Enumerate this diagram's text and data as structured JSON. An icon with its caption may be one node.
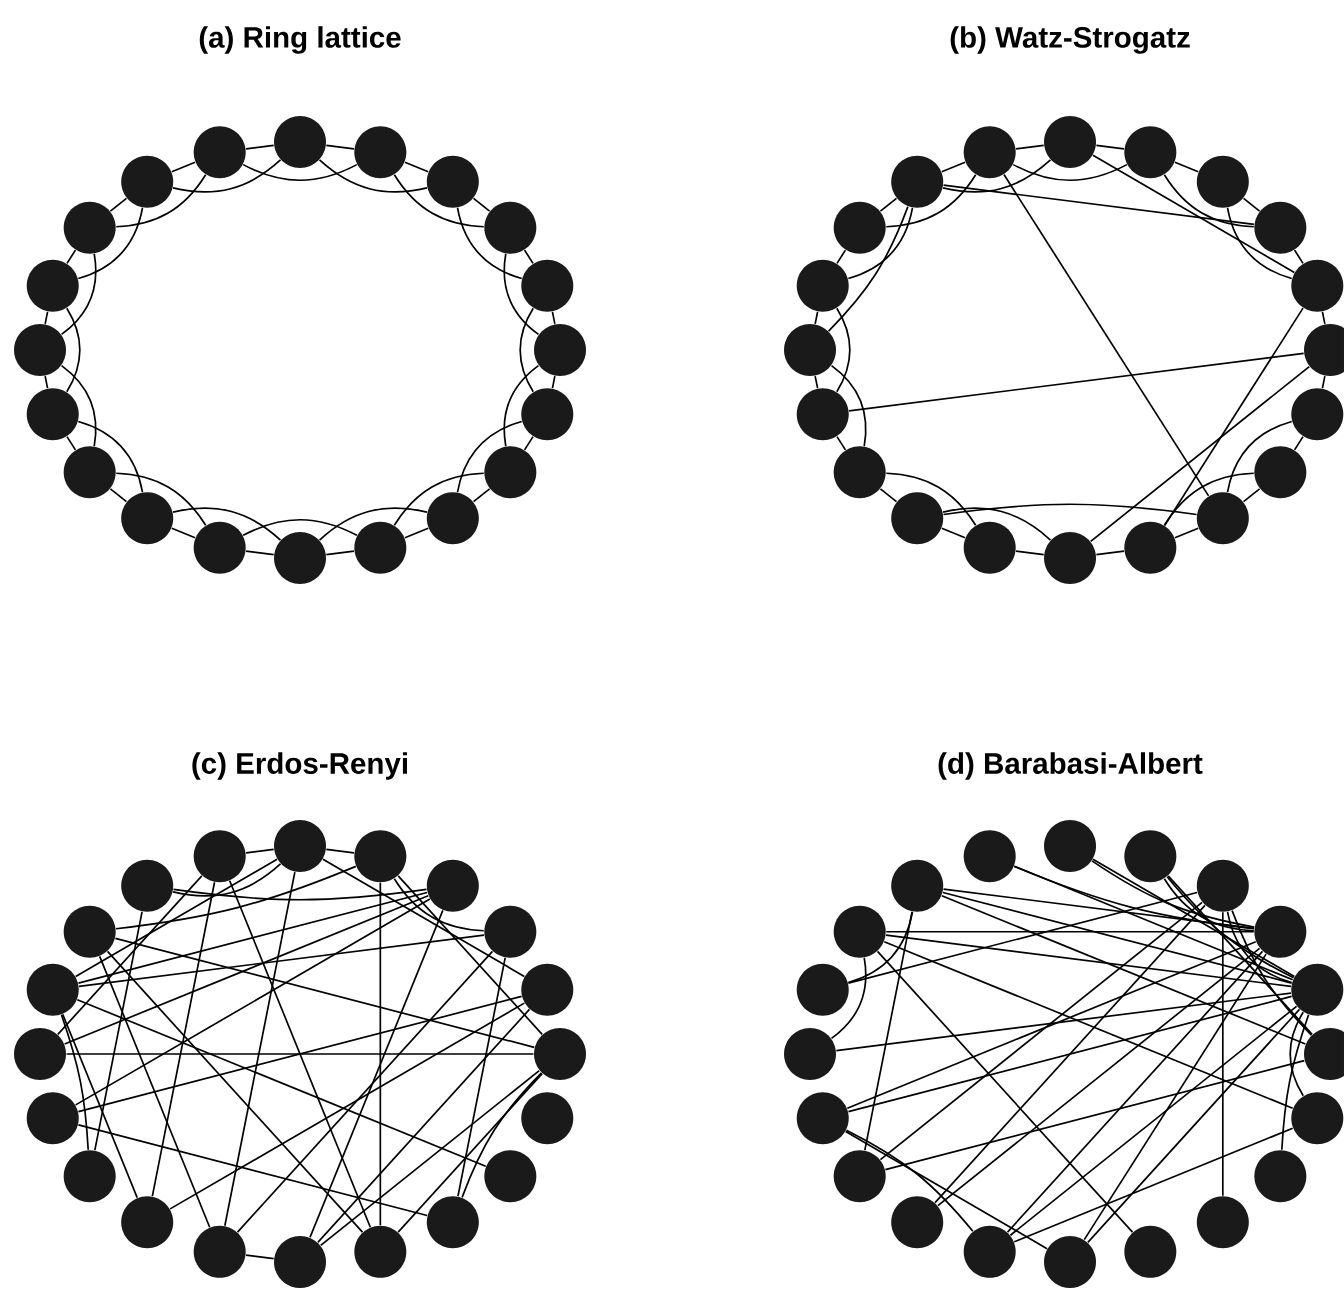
{
  "diagram": {
    "nodes": [
      {
        "text": [],
        "shape": "circle"
      },
      {
        "text": [],
        "shape": "circle"
      },
      {
        "text": [],
        "shape": "circle"
      },
      {
        "text": [],
        "shape": "circle"
      },
      {
        "text": [],
        "shape": "circle"
      },
      {
        "text": [],
        "shape": "circle"
      },
      {
        "text": [],
        "shape": "circle"
      },
      {
        "text": [],
        "shape": "circle"
      },
      {
        "text": [],
        "shape": "circle"
      },
      {
        "text": [],
        "shape": "circle"
      },
      {
        "text": [],
        "shape": "circle"
      },
      {
        "text": [],
        "shape": "circle"
      },
      {
        "text": [],
        "shape": "circle"
      },
      {
        "text": [],
        "shape": "circle"
      },
      {
        "text": [],
        "shape": "circle"
      },
      {
        "text": [],
        "shape": "circle"
      },
      {
        "text": [],
        "shape": "circle"
      },
      {
        "text": [],
        "shape": "circle"
      },
      {
        "text": [],
        "shape": "circle"
      },
      {
        "text": [],
        "shape": "circle"
      },
      {
        "text": [],
        "shape": "circle"
      },
      {
        "text": [],
        "shape": "circle"
      },
      {
        "text": [],
        "shape": "circle"
      },
      {
        "text": [],
        "shape": "circle"
      },
      {
        "text": [],
        "shape": "circle"
      },
      {
        "text": [],
        "shape": "circle"
      },
      {
        "text": [],
        "shape": "circle"
      },
      {
        "text": [],
        "shape": "circle"
      },
      {
        "text": [],
        "shape": "circle"
      },
      {
        "text": [],
        "shape": "circle"
      },
      {
        "text": [],
        "shape": "circle"
      },
      {
        "text": [],
        "shape": "circle"
      },
      {
        "text": [],
        "shape": "circle"
      },
      {
        "text": [],
        "shape": "circle"
      },
      {
        "text": [],
        "shape": "circle"
      },
      {
        "text": [],
        "shape": "circle"
      },
      {
        "text": [],
        "shape": "circle"
      },
      {
        "text": [],
        "shape": "circle"
      },
      {
        "text": [],
        "shape": "circle"
      },
      {
        "text": [],
        "shape": "circle"
      },
      {
        "text": [],
        "shape": "circle"
      },
      {
        "text": [],
        "shape": "circle"
      },
      {
        "text": [],
        "shape": "circle"
      },
      {
        "text": [],
        "shape": "circle"
      },
      {
        "text": [],
        "shape": "circle"
      },
      {
        "text": [],
        "shape": "circle"
      },
      {
        "text": [],
        "shape": "circle"
      },
      {
        "text": [],
        "shape": "circle"
      },
      {
        "text": [],
        "shape": "circle"
      },
      {
        "text": [],
        "shape": "circle"
      },
      {
        "text": [],
        "shape": "circle"
      },
      {
        "text": [],
        "shape": "circle"
      },
      {
        "text": [],
        "shape": "circle"
      },
      {
        "text": [],
        "shape": "circle"
      },
      {
        "text": [],
        "shape": "circle"
      },
      {
        "text": [],
        "shape": "circle"
      },
      {
        "text": [],
        "shape": "circle"
      },
      {
        "text": [],
        "shape": "circle"
      },
      {
        "text": [],
        "shape": "circle"
      },
      {
        "text": [],
        "shape": "circle"
      },
      {
        "text": [],
        "shape": "circle"
      },
      {
        "text": [],
        "shape": "circle"
      },
      {
        "text": [],
        "shape": "circle"
      },
      {
        "text": [],
        "shape": "circle"
      },
      {
        "text": [],
        "shape": "circle"
      },
      {
        "text": [],
        "shape": "circle"
      },
      {
        "text": [],
        "shape": "circle"
      },
      {
        "text": [],
        "shape": "circle"
      },
      {
        "text": [],
        "shape": "circle"
      },
      {
        "text": [],
        "shape": "circle"
      },
      {
        "text": [],
        "shape": "circle"
      },
      {
        "text": [],
        "shape": "circle"
      },
      {
        "text": [],
        "shape": "circle"
      },
      {
        "text": [],
        "shape": "circle"
      },
      {
        "text": [],
        "shape": "circle"
      },
      {
        "text": [],
        "shape": "circle"
      },
      {
        "text": [],
        "shape": "circle"
      },
      {
        "text": [],
        "shape": "circle"
      },
      {
        "text": [],
        "shape": "circle"
      },
      {
        "text": [],
        "shape": "circle"
      }
    ],
    "edges": [
      {
        "from": 0,
        "to": 1,
        "arrow": "none"
      },
      {
        "from": 1,
        "to": 2,
        "arrow": "none"
      },
      {
        "from": 2,
        "to": 3,
        "arrow": "none"
      },
      {
        "from": 3,
        "to": 4,
        "arrow": "none"
      },
      {
        "from": 4,
        "to": 5,
        "arrow": "none"
      },
      {
        "from": 5,
        "to": 6,
        "arrow": "none"
      },
      {
        "from": 6,
        "to": 7,
        "arrow": "none"
      },
      {
        "from": 7,
        "to": 8,
        "arrow": "none"
      },
      {
        "from": 8,
        "to": 9,
        "arrow": "none"
      },
      {
        "from": 9,
        "to": 10,
        "arrow": "none"
      },
      {
        "from": 10,
        "to": 11,
        "arrow": "none"
      },
      {
        "from": 11,
        "to": 12,
        "arrow": "none"
      },
      {
        "from": 12,
        "to": 13,
        "arrow": "none"
      },
      {
        "from": 13,
        "to": 14,
        "arrow": "none"
      },
      {
        "from": 14,
        "to": 15,
        "arrow": "none"
      },
      {
        "from": 15,
        "to": 16,
        "arrow": "none"
      },
      {
        "from": 16,
        "to": 17,
        "arrow": "none"
      },
      {
        "from": 17,
        "to": 18,
        "arrow": "none"
      },
      {
        "from": 18,
        "to": 19,
        "arrow": "none"
      },
      {
        "from": 19,
        "to": 0,
        "arrow": "none"
      },
      {
        "from": 0,
        "to": 2,
        "arrow": "none"
      },
      {
        "from": 1,
        "to": 3,
        "arrow": "none"
      },
      {
        "from": 2,
        "to": 4,
        "arrow": "none"
      },
      {
        "from": 3,
        "to": 5,
        "arrow": "none"
      },
      {
        "from": 4,
        "to": 6,
        "arrow": "none"
      },
      {
        "from": 5,
        "to": 7,
        "arrow": "none"
      },
      {
        "from": 6,
        "to": 8,
        "arrow": "none"
      },
      {
        "from": 7,
        "to": 9,
        "arrow": "none"
      },
      {
        "from": 8,
        "to": 10,
        "arrow": "none"
      },
      {
        "from": 9,
        "to": 11,
        "arrow": "none"
      },
      {
        "from": 10,
        "to": 12,
        "arrow": "none"
      },
      {
        "from": 11,
        "to": 13,
        "arrow": "none"
      },
      {
        "from": 12,
        "to": 14,
        "arrow": "none"
      },
      {
        "from": 13,
        "to": 15,
        "arrow": "none"
      },
      {
        "from": 14,
        "to": 16,
        "arrow": "none"
      },
      {
        "from": 15,
        "to": 17,
        "arrow": "none"
      },
      {
        "from": 16,
        "to": 18,
        "arrow": "none"
      },
      {
        "from": 17,
        "to": 19,
        "arrow": "none"
      },
      {
        "from": 18,
        "to": 0,
        "arrow": "none"
      },
      {
        "from": 19,
        "to": 1,
        "arrow": "none"
      },
      {
        "from": 20,
        "to": 21,
        "arrow": "none"
      },
      {
        "from": 21,
        "to": 22,
        "arrow": "none"
      },
      {
        "from": 22,
        "to": 23,
        "arrow": "none"
      },
      {
        "from": 23,
        "to": 24,
        "arrow": "none"
      },
      {
        "from": 24,
        "to": 25,
        "arrow": "none"
      },
      {
        "from": 25,
        "to": 26,
        "arrow": "none"
      },
      {
        "from": 26,
        "to": 27,
        "arrow": "none"
      },
      {
        "from": 27,
        "to": 28,
        "arrow": "none"
      },
      {
        "from": 28,
        "to": 29,
        "arrow": "none"
      },
      {
        "from": 29,
        "to": 30,
        "arrow": "none"
      },
      {
        "from": 30,
        "to": 31,
        "arrow": "none"
      },
      {
        "from": 31,
        "to": 32,
        "arrow": "none"
      },
      {
        "from": 32,
        "to": 33,
        "arrow": "none"
      },
      {
        "from": 33,
        "to": 34,
        "arrow": "none"
      },
      {
        "from": 34,
        "to": 35,
        "arrow": "none"
      },
      {
        "from": 35,
        "to": 36,
        "arrow": "none"
      },
      {
        "from": 36,
        "to": 37,
        "arrow": "none"
      },
      {
        "from": 37,
        "to": 38,
        "arrow": "none"
      },
      {
        "from": 38,
        "to": 39,
        "arrow": "none"
      },
      {
        "from": 39,
        "to": 20,
        "arrow": "none"
      },
      {
        "from": 21,
        "to": 23,
        "arrow": "none"
      },
      {
        "from": 22,
        "to": 24,
        "arrow": "none"
      },
      {
        "from": 26,
        "to": 28,
        "arrow": "none"
      },
      {
        "from": 27,
        "to": 29,
        "arrow": "none"
      },
      {
        "from": 30,
        "to": 32,
        "arrow": "none"
      },
      {
        "from": 31,
        "to": 33,
        "arrow": "none"
      },
      {
        "from": 33,
        "to": 35,
        "arrow": "none"
      },
      {
        "from": 34,
        "to": 36,
        "arrow": "none"
      },
      {
        "from": 36,
        "to": 38,
        "arrow": "none"
      },
      {
        "from": 37,
        "to": 39,
        "arrow": "none"
      },
      {
        "from": 38,
        "to": 20,
        "arrow": "none"
      },
      {
        "from": 39,
        "to": 21,
        "arrow": "none"
      },
      {
        "from": 38,
        "to": 23,
        "arrow": "none"
      },
      {
        "from": 39,
        "to": 28,
        "arrow": "none"
      },
      {
        "from": 20,
        "to": 24,
        "arrow": "none"
      },
      {
        "from": 34,
        "to": 25,
        "arrow": "none"
      },
      {
        "from": 32,
        "to": 28,
        "arrow": "none"
      },
      {
        "from": 30,
        "to": 25,
        "arrow": "none"
      },
      {
        "from": 29,
        "to": 24,
        "arrow": "none"
      },
      {
        "from": 38,
        "to": 35,
        "arrow": "none"
      },
      {
        "from": 40,
        "to": 59,
        "arrow": "none"
      },
      {
        "from": 40,
        "to": 58,
        "arrow": "none"
      },
      {
        "from": 40,
        "to": 41,
        "arrow": "none"
      },
      {
        "from": 40,
        "to": 44,
        "arrow": "none"
      },
      {
        "from": 40,
        "to": 51,
        "arrow": "none"
      },
      {
        "from": 40,
        "to": 56,
        "arrow": "none"
      },
      {
        "from": 41,
        "to": 49,
        "arrow": "none"
      },
      {
        "from": 41,
        "to": 43,
        "arrow": "none"
      },
      {
        "from": 41,
        "to": 57,
        "arrow": "none"
      },
      {
        "from": 41,
        "to": 45,
        "arrow": "none"
      },
      {
        "from": 42,
        "to": 54,
        "arrow": "none"
      },
      {
        "from": 42,
        "to": 55,
        "arrow": "none"
      },
      {
        "from": 42,
        "to": 50,
        "arrow": "none"
      },
      {
        "from": 42,
        "to": 58,
        "arrow": "none"
      },
      {
        "from": 43,
        "to": 56,
        "arrow": "none"
      },
      {
        "from": 44,
        "to": 54,
        "arrow": "none"
      },
      {
        "from": 44,
        "to": 52,
        "arrow": "none"
      },
      {
        "from": 45,
        "to": 57,
        "arrow": "none"
      },
      {
        "from": 45,
        "to": 49,
        "arrow": "none"
      },
      {
        "from": 45,
        "to": 50,
        "arrow": "none"
      },
      {
        "from": 45,
        "to": 55,
        "arrow": "none"
      },
      {
        "from": 47,
        "to": 56,
        "arrow": "none"
      },
      {
        "from": 48,
        "to": 54,
        "arrow": "none"
      },
      {
        "from": 45,
        "to": 48,
        "arrow": "none"
      },
      {
        "from": 49,
        "to": 59,
        "arrow": "none"
      },
      {
        "from": 49,
        "to": 57,
        "arrow": "none"
      },
      {
        "from": 50,
        "to": 51,
        "arrow": "none"
      },
      {
        "from": 50,
        "to": 44,
        "arrow": "none"
      },
      {
        "from": 51,
        "to": 57,
        "arrow": "none"
      },
      {
        "from": 51,
        "to": 43,
        "arrow": "none"
      },
      {
        "from": 52,
        "to": 59,
        "arrow": "none"
      },
      {
        "from": 52,
        "to": 56,
        "arrow": "none"
      },
      {
        "from": 53,
        "to": 56,
        "arrow": "none"
      },
      {
        "from": 53,
        "to": 58,
        "arrow": "none"
      },
      {
        "from": 55,
        "to": 59,
        "arrow": "none"
      },
      {
        "from": 42,
        "to": 56,
        "arrow": "none"
      },
      {
        "from": 48,
        "to": 43,
        "arrow": "none"
      },
      {
        "from": 79,
        "to": 64,
        "arrow": "none"
      },
      {
        "from": 79,
        "to": 63,
        "arrow": "none"
      },
      {
        "from": 60,
        "to": 63,
        "arrow": "none"
      },
      {
        "from": 60,
        "to": 64,
        "arrow": "none"
      },
      {
        "from": 61,
        "to": 63,
        "arrow": "none"
      },
      {
        "from": 61,
        "to": 64,
        "arrow": "none"
      },
      {
        "from": 61,
        "to": 65,
        "arrow": "none"
      },
      {
        "from": 62,
        "to": 64,
        "arrow": "none"
      },
      {
        "from": 62,
        "to": 65,
        "arrow": "none"
      },
      {
        "from": 62,
        "to": 68,
        "arrow": "none"
      },
      {
        "from": 62,
        "to": 72,
        "arrow": "none"
      },
      {
        "from": 62,
        "to": 73,
        "arrow": "none"
      },
      {
        "from": 78,
        "to": 64,
        "arrow": "none"
      },
      {
        "from": 78,
        "to": 65,
        "arrow": "none"
      },
      {
        "from": 78,
        "to": 63,
        "arrow": "none"
      },
      {
        "from": 78,
        "to": 73,
        "arrow": "none"
      },
      {
        "from": 77,
        "to": 64,
        "arrow": "none"
      },
      {
        "from": 77,
        "to": 66,
        "arrow": "none"
      },
      {
        "from": 77,
        "to": 69,
        "arrow": "none"
      },
      {
        "from": 77,
        "to": 63,
        "arrow": "none"
      },
      {
        "from": 76,
        "to": 62,
        "arrow": "none"
      },
      {
        "from": 76,
        "to": 78,
        "arrow": "none"
      },
      {
        "from": 75,
        "to": 64,
        "arrow": "none"
      },
      {
        "from": 75,
        "to": 77,
        "arrow": "none"
      },
      {
        "from": 74,
        "to": 63,
        "arrow": "none"
      },
      {
        "from": 74,
        "to": 64,
        "arrow": "none"
      },
      {
        "from": 74,
        "to": 71,
        "arrow": "none"
      },
      {
        "from": 74,
        "to": 70,
        "arrow": "none"
      },
      {
        "from": 73,
        "to": 65,
        "arrow": "none"
      },
      {
        "from": 72,
        "to": 63,
        "arrow": "none"
      },
      {
        "from": 71,
        "to": 63,
        "arrow": "none"
      },
      {
        "from": 71,
        "to": 64,
        "arrow": "none"
      },
      {
        "from": 71,
        "to": 66,
        "arrow": "none"
      },
      {
        "from": 70,
        "to": 64,
        "arrow": "none"
      },
      {
        "from": 70,
        "to": 63,
        "arrow": "none"
      },
      {
        "from": 67,
        "to": 64,
        "arrow": "none"
      },
      {
        "from": 66,
        "to": 64,
        "arrow": "none"
      }
    ],
    "labels": [
      "(a) Ring lattice",
      "(b) Watz-Strogatz",
      "(c) Erdos-Renyi",
      "(d) Barabasi-Albert"
    ]
  }
}
